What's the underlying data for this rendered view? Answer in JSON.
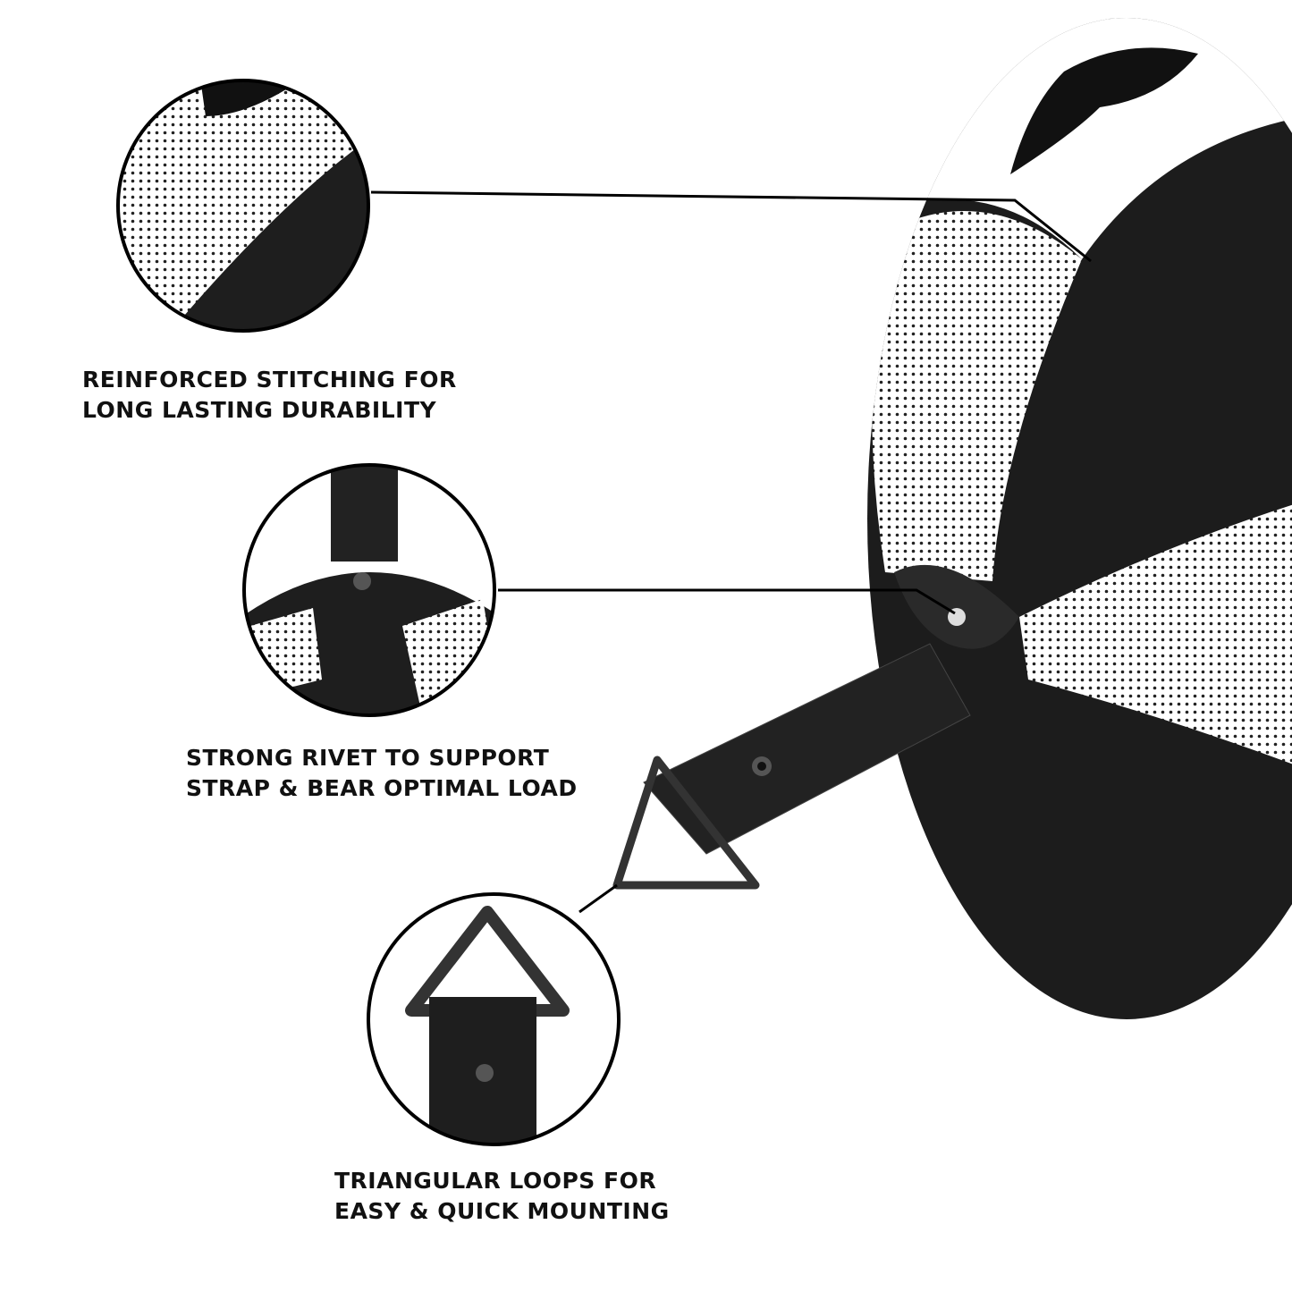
{
  "features": [
    {
      "line1": "REINFORCED STITCHING FOR",
      "line2": "LONG LASTING DURABILITY",
      "icon": "stitching-closeup"
    },
    {
      "line1": "STRONG RIVET TO SUPPORT",
      "line2": "STRAP & BEAR OPTIMAL LOAD",
      "icon": "rivet-closeup"
    },
    {
      "line1": "TRIANGULAR LOOPS FOR",
      "line2": "EASY & QUICK MOUNTING",
      "icon": "triangle-loop-closeup"
    }
  ],
  "colors": {
    "leather": "#1c1c1c",
    "panel": "#ffffff",
    "line": "#000000"
  }
}
